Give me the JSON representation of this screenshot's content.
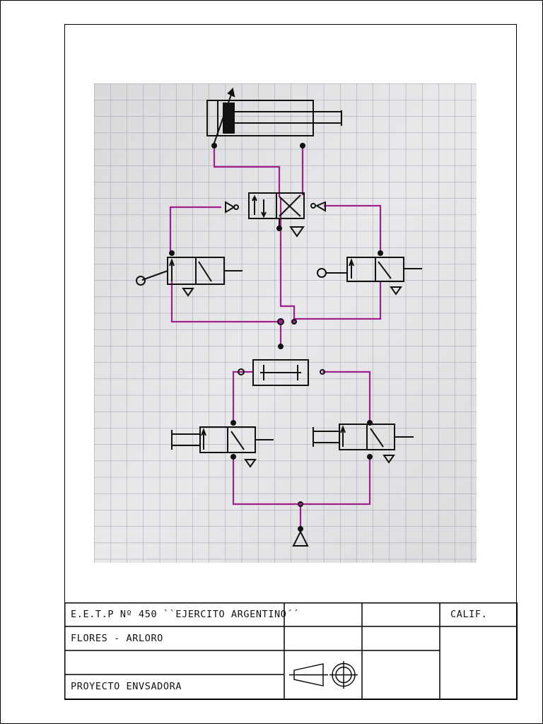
{
  "title_block": {
    "school": "E.E.T.P Nº 450 ``EJERCITO ARGENTINO´´",
    "authors": "FLORES - ARLORO",
    "empty_row": "",
    "project": "PROYECTO ENVSADORA",
    "grade_label": "CALIF."
  },
  "diagram": {
    "grid_color": "#9aa0a6",
    "paper_color": "#e4e4e6",
    "line_color": "#111111",
    "pipe_color": "#a0208e",
    "components": [
      "double-acting-cylinder",
      "5-2-pilot-valve",
      "3-2-roller-valve-left",
      "3-2-roller-valve-right",
      "or-valve",
      "3-2-pushbutton-valve-left",
      "3-2-pushbutton-valve-right",
      "air-supply"
    ]
  }
}
